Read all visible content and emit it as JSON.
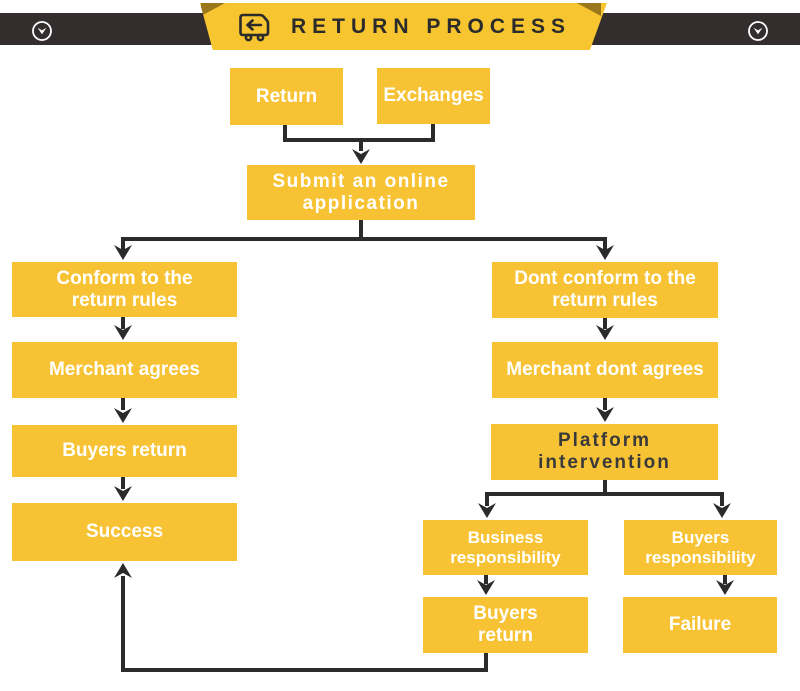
{
  "header": {
    "title": "RETURN PROCESS",
    "left_icon": "chevron-down-circle",
    "right_icon": "chevron-down-circle",
    "truck_icon": "return-truck"
  },
  "colors": {
    "box_yellow": "#F7C335",
    "banner_yellow": "#F7C52F",
    "header_bar": "#332D2E",
    "line": "#2B2B2B",
    "text_light": "#FFFFFF",
    "text_dark": "#3A3A3A"
  },
  "flow": {
    "return": "Return",
    "exchanges": "Exchanges",
    "submit": "Submit an online\napplication",
    "conform": "Conform to the\nreturn rules",
    "merchant_agrees": "Merchant agrees",
    "buyers_return": "Buyers return",
    "success": "Success",
    "dont_conform": "Dont conform to the\nreturn rules",
    "merchant_dont_agrees": "Merchant dont agrees",
    "platform_intervention": "Platform\nintervention",
    "business_responsibility": "Business\nresponsibility",
    "buyers_responsibility": "Buyers\nresponsibility",
    "buyers_return_2": "Buyers\nreturn",
    "failure": "Failure"
  }
}
